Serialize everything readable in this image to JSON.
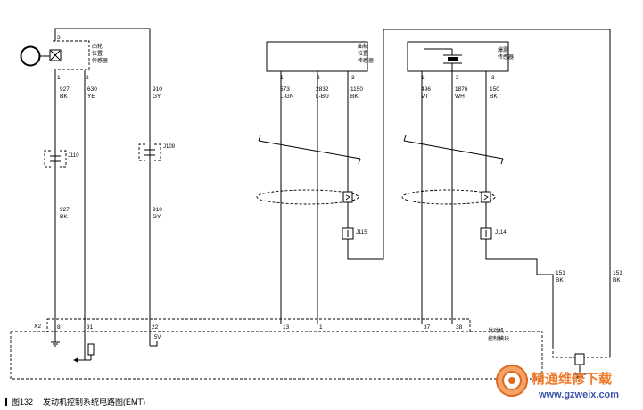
{
  "components": {
    "camshaft_sensor": {
      "label_lines": [
        "凸轮",
        "位置",
        "传感器"
      ],
      "top_pin": "3",
      "pins": [
        "1",
        "2"
      ]
    },
    "crankshaft_sensor": {
      "label_lines": [
        "曲轴",
        "位置",
        "传感器"
      ],
      "pins": [
        "1",
        "2",
        "3"
      ]
    },
    "knock_sensor": {
      "label_lines": [
        "爆震",
        "传感器"
      ],
      "pins": [
        "1",
        "2",
        "3"
      ]
    },
    "ecm": {
      "label_lines": [
        "发动机",
        "控制模块"
      ],
      "connector": "X2",
      "pins": [
        "8",
        "31",
        "22",
        "13",
        "1",
        "37",
        "38"
      ],
      "reference": "5V"
    }
  },
  "wires": [
    {
      "id": "w927",
      "circuit": "927",
      "color": "BK"
    },
    {
      "id": "w630",
      "circuit": "630",
      "color": "YE"
    },
    {
      "id": "w910",
      "circuit": "910",
      "color": "GY"
    },
    {
      "id": "w573",
      "circuit": "573",
      "color": "L-GN"
    },
    {
      "id": "w2832",
      "circuit": "2832",
      "color": "L-BU"
    },
    {
      "id": "w1150",
      "circuit": "1150",
      "color": "BK"
    },
    {
      "id": "w496",
      "circuit": "496",
      "color": "VT"
    },
    {
      "id": "w1876",
      "circuit": "1876",
      "color": "WH"
    },
    {
      "id": "w150",
      "circuit": "150",
      "color": "BK"
    },
    {
      "id": "w151a",
      "circuit": "151",
      "color": "BK"
    },
    {
      "id": "w151b",
      "circuit": "151",
      "color": "BK"
    }
  ],
  "lower_wire_labels": [
    {
      "circuit": "927",
      "color": "BK"
    },
    {
      "circuit": "910",
      "color": "GY"
    }
  ],
  "junctions": [
    "J110",
    "J109",
    "J115",
    "J114"
  ],
  "caption": {
    "figure": "图132",
    "title": "发动机控制系统电路图(EMT)"
  },
  "watermark": {
    "brand": "精通维修下载",
    "url": "www.gzweix.com"
  },
  "colors": {
    "line": "#000000",
    "watermark_orange": "#f07a2a",
    "watermark_blue": "#3a55a8"
  }
}
